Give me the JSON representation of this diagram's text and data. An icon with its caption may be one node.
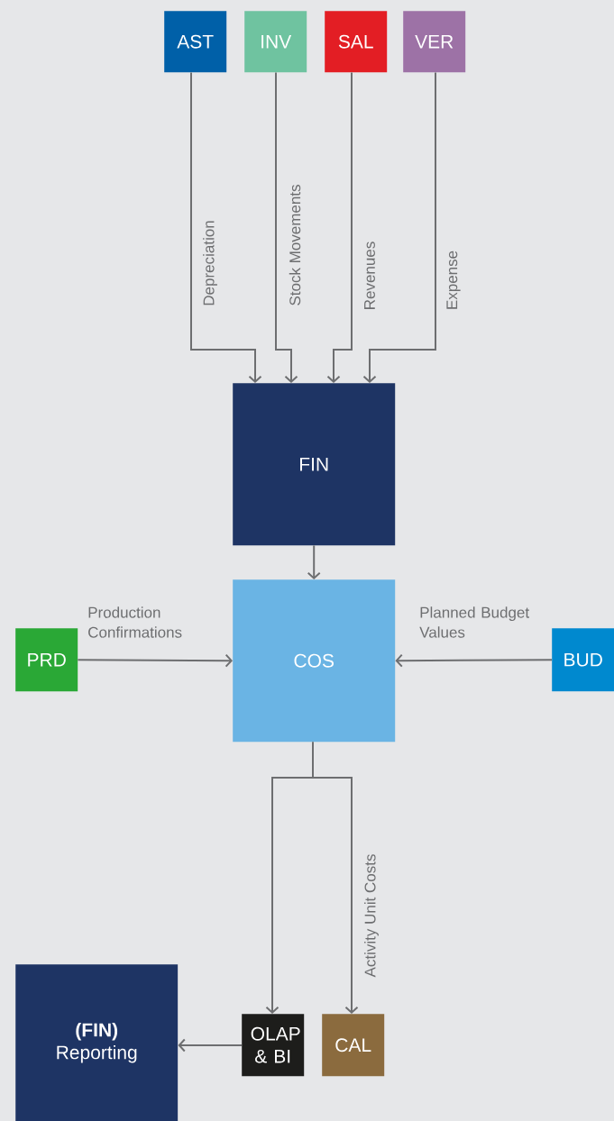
{
  "diagram": {
    "nodes": [
      {
        "text": [
          "AST"
        ]
      },
      {
        "text": [
          "INV"
        ]
      },
      {
        "text": [
          "SAL"
        ]
      },
      {
        "text": [
          "VER"
        ]
      },
      {
        "text": [
          "FIN"
        ]
      },
      {
        "text": [
          "PRD"
        ]
      },
      {
        "text": [
          "COS"
        ]
      },
      {
        "text": [
          "BUD"
        ]
      },
      {
        "text": [
          "(FIN)",
          "Reporting"
        ]
      },
      {
        "text": [
          "OLAP & BI"
        ]
      },
      {
        "text": [
          "CAL"
        ]
      }
    ],
    "edges": [
      {
        "from": 0,
        "to": 4,
        "arrow": "to",
        "label": "Depreciation"
      },
      {
        "from": 1,
        "to": 4,
        "arrow": "to",
        "label": "Stock Movements"
      },
      {
        "from": 2,
        "to": 4,
        "arrow": "to",
        "label": "Revenues"
      },
      {
        "from": 3,
        "to": 4,
        "arrow": "to",
        "label": "Expense"
      },
      {
        "from": 4,
        "to": 6,
        "arrow": "to"
      },
      {
        "from": 5,
        "to": 6,
        "arrow": "to",
        "label": "Production Confirmations"
      },
      {
        "from": 7,
        "to": 6,
        "arrow": "to",
        "label": "Planned Budget Values"
      },
      {
        "from": 6,
        "to": 9,
        "arrow": "to"
      },
      {
        "from": 6,
        "to": 10,
        "arrow": "to",
        "label": "Activity Unit Costs"
      },
      {
        "from": 9,
        "to": 8,
        "arrow": "to"
      }
    ]
  }
}
